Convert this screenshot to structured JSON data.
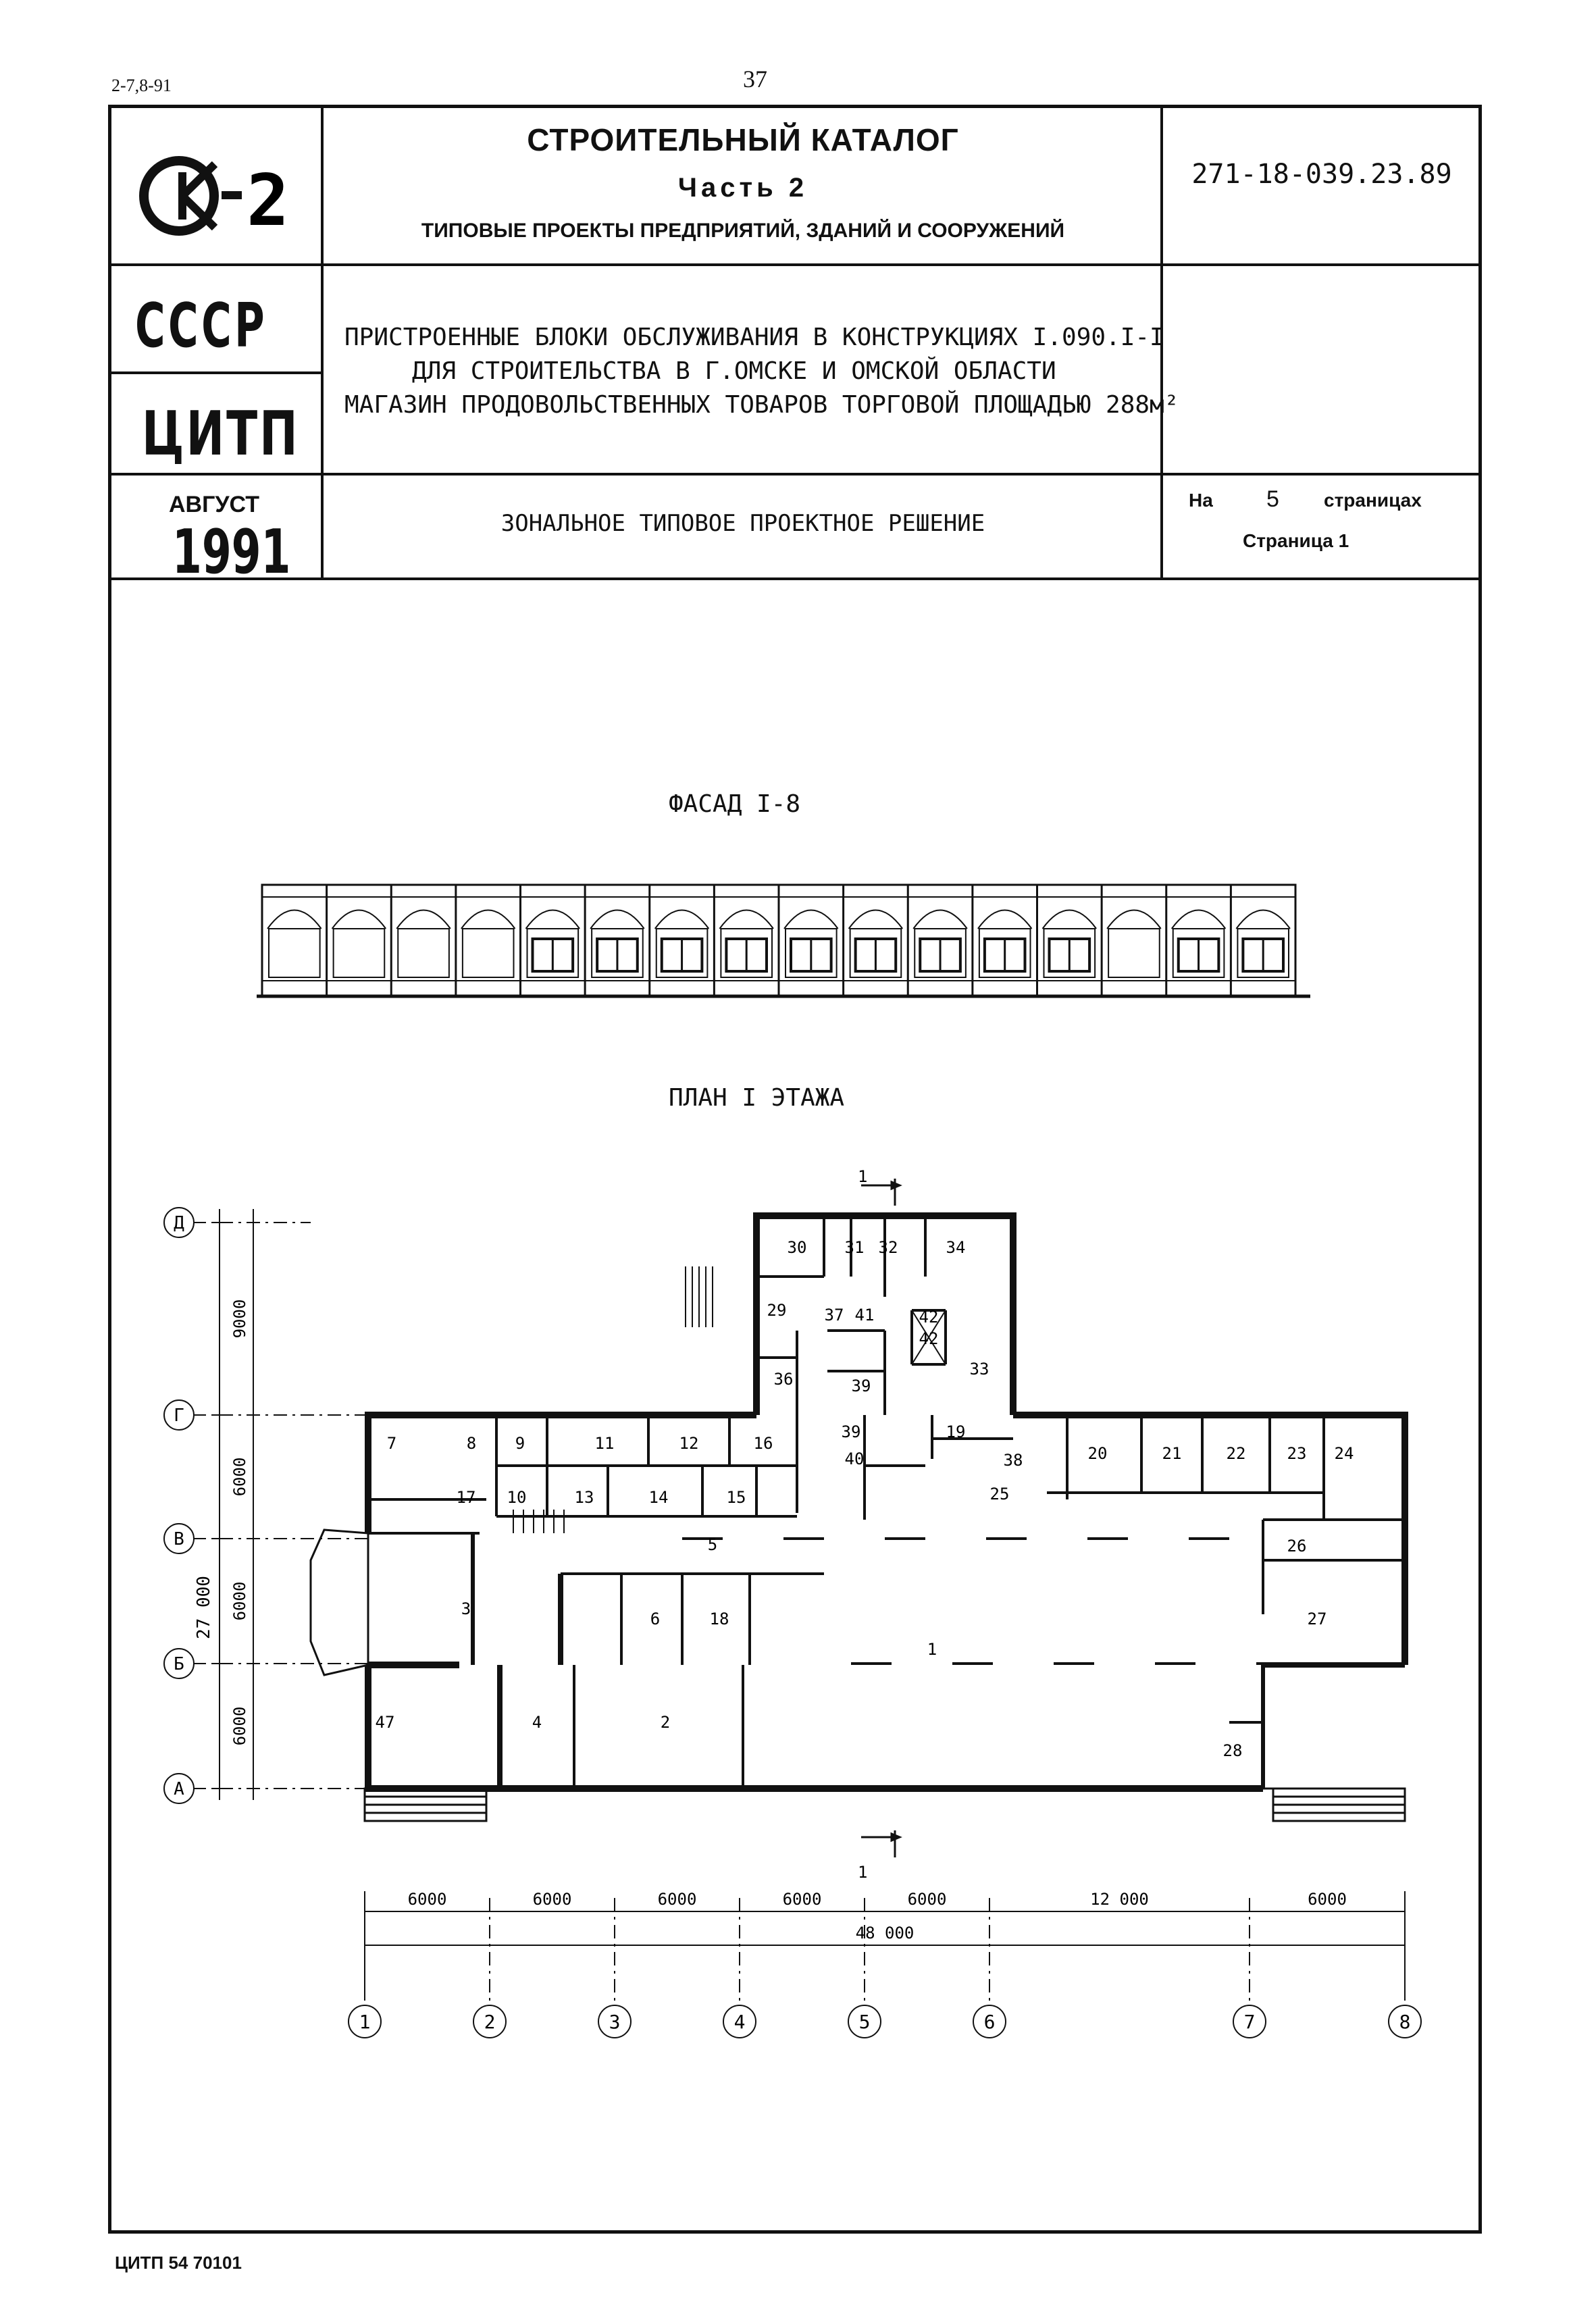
{
  "header": {
    "corner_code": "2-7,8-91",
    "page_number": "37",
    "logo_text": "СК-2",
    "country": "СССР",
    "org": "ЦИТП",
    "month": "АВГУСТ",
    "year": "1991",
    "catalog_title": "СТРОИТЕЛЬНЫЙ КАТАЛОГ",
    "catalog_part": "Часть 2",
    "catalog_subtitle": "ТИПОВЫЕ ПРОЕКТЫ ПРЕДПРИЯТИЙ, ЗДАНИЙ И СООРУЖЕНИЙ",
    "doc_code": "271-18-039.23.89",
    "project_line1": "ПРИСТРОЕННЫЕ БЛОКИ ОБСЛУЖИВАНИЯ В КОНСТРУКЦИЯХ I.090.I-I",
    "project_line2": "ДЛЯ СТРОИТЕЛЬСТВА В Г.ОМСКЕ И ОМСКОЙ ОБЛАСТИ",
    "project_line3": "МАГАЗИН ПРОДОВОЛЬСТВЕННЫХ ТОВАРОВ ТОРГОВОЙ ПЛОЩАДЬЮ 288м²",
    "decision": "ЗОНАЛЬНОЕ ТИПОВОЕ ПРОЕКТНОЕ РЕШЕНИЕ",
    "pages_prefix": "На",
    "pages_count": "5",
    "pages_suffix": "страницах",
    "page_current": "Страница 1"
  },
  "drawing": {
    "facade_caption": "ФАСАД I-8",
    "plan_caption": "ПЛАН I ЭТАЖА",
    "row_axes": [
      "Д",
      "Г",
      "В",
      "Б",
      "А"
    ],
    "row_dims": [
      "9000",
      "6000",
      "6000",
      "6000"
    ],
    "row_total": "27 000",
    "col_axes": [
      "1",
      "2",
      "3",
      "4",
      "5",
      "6",
      "7",
      "8"
    ],
    "col_dims": [
      "6000",
      "6000",
      "6000",
      "6000",
      "6000",
      "12 000",
      "6000"
    ],
    "col_total": "48 000",
    "section_mark": "1",
    "rooms": [
      "30",
      "31",
      "32",
      "34",
      "29",
      "37",
      "41",
      "42",
      "42",
      "36",
      "39",
      "33",
      "7",
      "8",
      "9",
      "11",
      "12",
      "16",
      "39",
      "40",
      "19",
      "38",
      "20",
      "21",
      "22",
      "23",
      "24",
      "17",
      "10",
      "13",
      "14",
      "15",
      "25",
      "26",
      "5",
      "3",
      "6",
      "18",
      "27",
      "1",
      "47",
      "4",
      "2",
      "28"
    ]
  },
  "footer": {
    "text": "ЦИТП 54 70101"
  }
}
